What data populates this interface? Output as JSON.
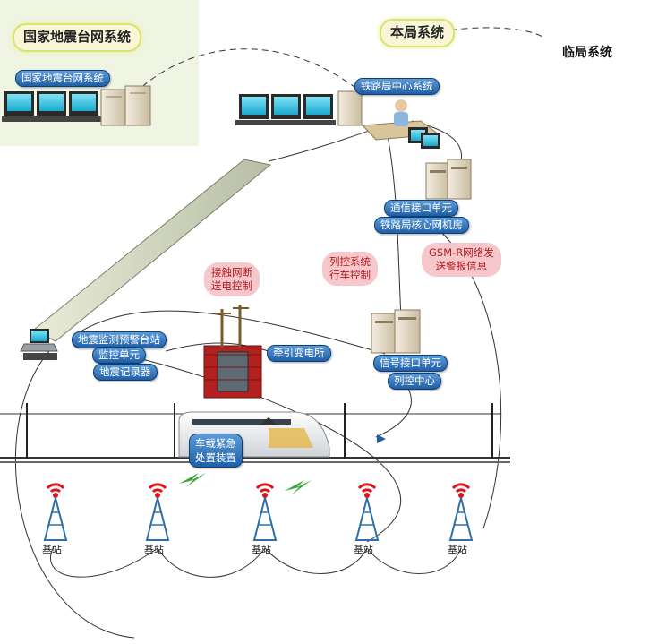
{
  "labels": {
    "national_title": "国家地震台网系统",
    "national_sub": "国家地震台网系统",
    "local_bureau": "本局系统",
    "neighbor_bureau": "临局系统",
    "railway_center": "铁路局中心系统",
    "comm_interface": "通信接口单元",
    "core_room": "铁路局核心网机房",
    "gsmr_alert": [
      "GSM-R网络发",
      "送警报信息"
    ],
    "train_control_sys": [
      "列控系统",
      "行车控制"
    ],
    "catenary_cut": [
      "接触网断",
      "送电控制"
    ],
    "seismic_station": "地震监测预警台站",
    "monitor_unit": "监控单元",
    "seismic_recorder": "地震记录器",
    "traction_substation": "牵引变电所",
    "signal_interface": "信号接口单元",
    "train_control_center": "列控中心",
    "onboard_device": [
      "车载紧急",
      "处置装置"
    ],
    "base_station": "基站"
  },
  "colors": {
    "pill": "#1f5fa8",
    "cloud_bg": "#f6c8cb",
    "cloud_text": "#b0181f",
    "national_bg": "#f0f5e3",
    "tower": "#2d6fa8",
    "tower_top": "#e0131a"
  }
}
